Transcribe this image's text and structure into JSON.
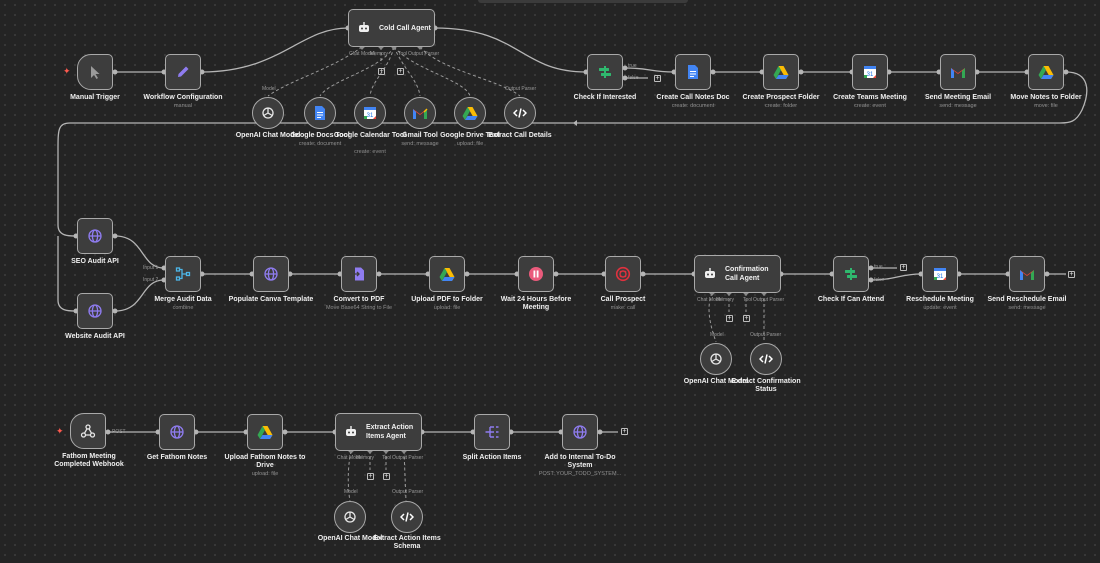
{
  "top_bar": {},
  "row1": {
    "manual_trigger": {
      "label": "Manual Trigger"
    },
    "workflow_config": {
      "label": "Workflow Configuration",
      "sub": "manual"
    },
    "cold_call_agent": {
      "label": "Cold Call Agent",
      "ports": [
        "Chat Model",
        "Memory",
        "Tool",
        "Output Parser"
      ]
    },
    "tools": {
      "openai": {
        "label": "OpenAI Chat Model",
        "port": "Model"
      },
      "docs": {
        "label": "Google Docs Tool",
        "sub": "create: document"
      },
      "calendar": {
        "label": "Google Calendar Tool",
        "sub": "create: event"
      },
      "gmail": {
        "label": "Gmail Tool",
        "sub": "send: message"
      },
      "drive": {
        "label": "Google Drive Tool",
        "sub": "upload: file"
      },
      "extract": {
        "label": "Extract Call Details",
        "port": "Output Parser"
      }
    },
    "check_interested": {
      "label": "Check If Interested",
      "true": "true",
      "false": "false"
    },
    "create_notes_doc": {
      "label": "Create Call Notes Doc",
      "sub": "create: document"
    },
    "create_prospect_folder": {
      "label": "Create Prospect Folder",
      "sub": "create: folder"
    },
    "create_teams_meeting": {
      "label": "Create Teams Meeting",
      "sub": "create: event"
    },
    "send_meeting_email": {
      "label": "Send Meeting Email",
      "sub": "send: message"
    },
    "move_notes": {
      "label": "Move Notes to Folder",
      "sub": "move: file"
    }
  },
  "row2": {
    "seo_audit": {
      "label": "SEO Audit API"
    },
    "website_audit": {
      "label": "Website Audit API"
    },
    "merge": {
      "label": "Merge Audit Data",
      "sub": "combine",
      "in1": "Input 1",
      "in2": "Input 2"
    },
    "canva": {
      "label": "Populate Canva Template"
    },
    "pdf": {
      "label": "Convert to PDF",
      "sub": "Move Base64 String to File"
    },
    "upload_pdf": {
      "label": "Upload PDF to Folder",
      "sub": "upload: file"
    },
    "wait": {
      "label": "Wait 24 Hours Before Meeting"
    },
    "call": {
      "label": "Call Prospect",
      "sub": "make: call"
    },
    "confirm_agent": {
      "label": "Confirmation Call Agent",
      "ports": [
        "Chat Model",
        "Memory",
        "Tool",
        "Output Parser"
      ]
    },
    "openai2": {
      "label": "OpenAI Chat Model",
      "port": "Model"
    },
    "extract2": {
      "label": "Extract Confirmation Status",
      "port": "Output Parser"
    },
    "check_attend": {
      "label": "Check If Can Attend",
      "true": "true",
      "false": "false"
    },
    "reschedule": {
      "label": "Reschedule Meeting",
      "sub": "update: event"
    },
    "send_reschedule": {
      "label": "Send Reschedule Email",
      "sub": "send: message"
    }
  },
  "row3": {
    "webhook": {
      "label": "Fathom Meeting Completed Webhook",
      "port": "POST"
    },
    "get_fathom": {
      "label": "Get Fathom Notes"
    },
    "upload_fathom": {
      "label": "Upload Fathom Notes to Drive",
      "sub": "upload: file"
    },
    "extract_agent": {
      "label": "Extract Action Items Agent",
      "ports": [
        "Chat Model",
        "Memory",
        "Tool",
        "Output Parser"
      ]
    },
    "openai3": {
      "label": "OpenAI Chat Model",
      "port": "Model"
    },
    "schema": {
      "label": "Extract Action Items Schema",
      "port": "Output Parser"
    },
    "split": {
      "label": "Split Action Items"
    },
    "todo": {
      "label": "Add to Internal To-Do System",
      "sub": "POST: YOUR_TODO_SYSTEM..."
    }
  },
  "icons": {
    "manual_trigger": "cursor-icon",
    "workflow_config": "pencil-icon",
    "agent": "robot-icon",
    "openai": "openai-icon",
    "docs": "google-docs-icon",
    "calendar": "google-calendar-icon",
    "gmail": "gmail-icon",
    "drive": "google-drive-icon",
    "code": "code-icon",
    "if": "branch-icon",
    "globe": "globe-icon",
    "merge": "merge-icon",
    "pdf": "file-convert-icon",
    "wait": "pause-icon",
    "call": "phone-icon",
    "webhook": "webhook-icon",
    "split": "split-icon"
  },
  "colors": {
    "if_green": "#2fb86e",
    "purple": "#8f7cf0",
    "wait_pink": "#ea5b7c",
    "call_red": "#e0313e",
    "gmail_red": "#ea4335",
    "docs_blue": "#4285f4",
    "bolt_red": "#ff5a4f"
  }
}
